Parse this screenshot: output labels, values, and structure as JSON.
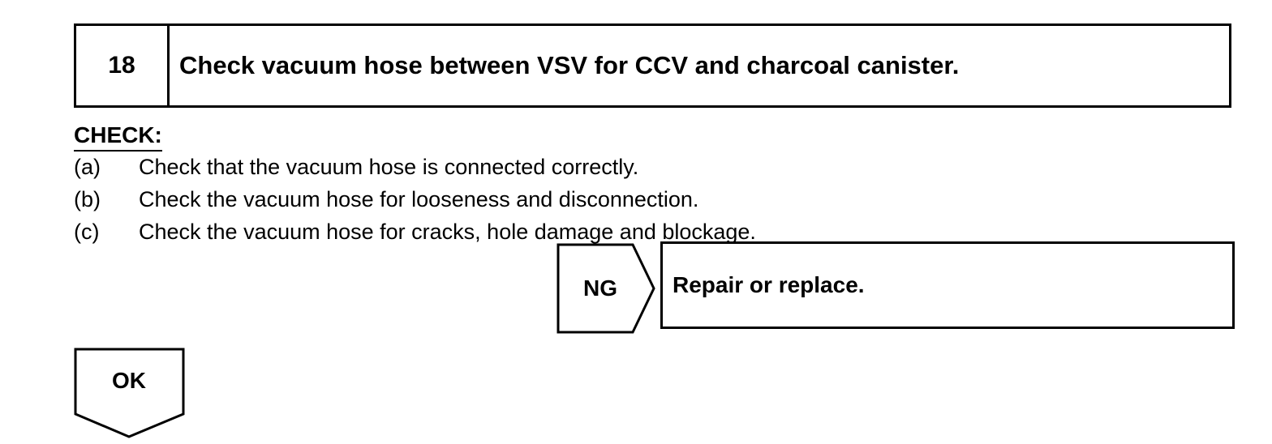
{
  "step": {
    "number": "18",
    "title": "Check vacuum hose between VSV for CCV and charcoal canister."
  },
  "check": {
    "heading": "CHECK:",
    "items": [
      {
        "marker": "(a)",
        "text": "Check that the vacuum hose is connected correctly."
      },
      {
        "marker": "(b)",
        "text": "Check the vacuum hose for looseness and disconnection."
      },
      {
        "marker": "(c)",
        "text": "Check the vacuum hose for cracks, hole damage and blockage."
      }
    ]
  },
  "ng": {
    "label": "NG",
    "result": "Repair or replace."
  },
  "ok": {
    "label": "OK"
  }
}
